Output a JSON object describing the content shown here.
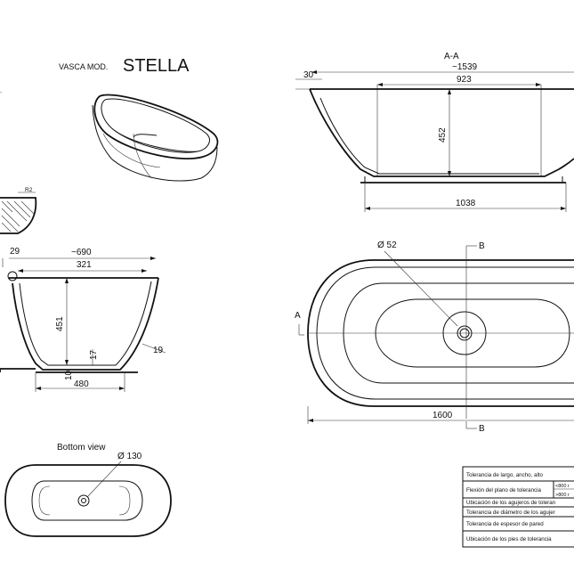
{
  "title": {
    "prefix": "VASCA MOD.",
    "model": "STELLA"
  },
  "section_view": {
    "label": "A-A",
    "overall": "~1539",
    "rim_thickness": "30",
    "inner_top": "923",
    "depth": "452",
    "inner_bottom": "1038"
  },
  "side_view": {
    "rim": "29",
    "overall_width": "~690",
    "inner_top": "321",
    "depth": "451",
    "wall": "19",
    "base_offset": "17",
    "floor": "10",
    "base_width": "480"
  },
  "detail": {
    "radius": "R2"
  },
  "plan_view": {
    "drain_diameter": "Ø 52",
    "overall_length": "1600",
    "section_b_label": "B",
    "section_a_label": "A"
  },
  "bottom_view": {
    "label": "Bottom view",
    "drain_diameter": "Ø 130"
  },
  "tolerance_table": {
    "rows": [
      "Tolerancia de largo, ancho, alto",
      "Flexión del plano de tolerancia",
      "Ubicación de los agujeros de toleran",
      "Tolerancia de diámetro de los agujer",
      "Tolerancia de espesor de pared",
      "Ubicación de los pies de tolerancia"
    ],
    "sub_rows": [
      "<800 r",
      ">800 r"
    ]
  }
}
